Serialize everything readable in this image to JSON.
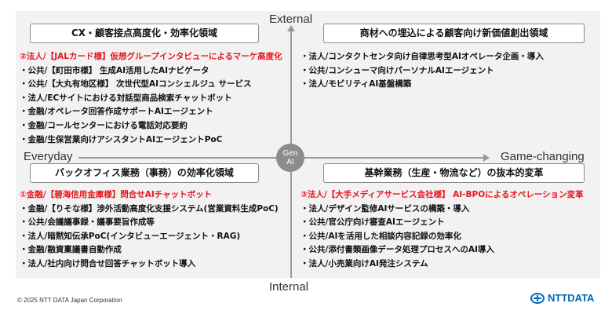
{
  "axes": {
    "top": "External",
    "bottom": "Internal",
    "left": "Everyday",
    "right": "Game-changing",
    "center_line1": "Gen",
    "center_line2": "AI"
  },
  "quadrants": {
    "top_left": {
      "title": "CX・顧客接点高度化・効率化領域",
      "highlight": "②法人/【JALカード様】仮想グループインタビューによるマーケ高度化",
      "items": [
        "・公共/【町田市様】 生成AI活用したAIナビゲータ",
        "・公共/【大丸有地区様】 次世代型AIコンシェルジュ サービス",
        "・法人/ECサイトにおける対話型商品検索チャットボット",
        "・金融/オペレータ回答作成サポートAIエージェント",
        "・金融/コールセンターにおける電話対応要約",
        "・金融/生保営業向けアシスタントAIエージェントPoC"
      ]
    },
    "top_right": {
      "title": "商材への埋込による顧客向け新価値創出領域",
      "items": [
        "・法人/コンタクトセンタ向け自律思考型AIオペレータ企画・導入",
        "・公共/コンシューマ向けパーソナルAIエージェント",
        "・法人/モビリティAI基盤構築"
      ]
    },
    "bottom_left": {
      "title": "バックオフィス業務（事務）の効率化領域",
      "highlight": "①金融/【碧海信用金庫様】問合せAIチャットボット",
      "items": [
        "・金融/【りそな様】渉外活動高度化支援システム(営業資料生成PoC)",
        "・公共/会議議事録・議事要旨作成等",
        "・法人/暗黙知伝承PoC(インタビューエージェント・RAG)",
        "・金融/融資稟議書自動作成",
        "・法人/社内向け問合せ回答チャットボット導入"
      ]
    },
    "bottom_right": {
      "title": "基幹業務（生産・物流など）の抜本的変革",
      "highlight": "③法人/【大手メディアサービス会社様】 AI-BPOによるオペレーション変革",
      "items": [
        "・法人/デザイン監修AIサービスの構築・導入",
        "・公共/官公庁向け審査AIエージェント",
        "・公共/AIを活用した相談内容記録の効率化",
        "・公共/添付書類画像データ処理プロセスへのAI導入",
        "・法人/小売業向けAI発注システム"
      ]
    }
  },
  "footer": {
    "copyright": "© 2025 NTT DATA Japan Corporation",
    "logo": "NTTDATA"
  },
  "colors": {
    "highlight": "#e8141c",
    "brand": "#0068b6"
  }
}
